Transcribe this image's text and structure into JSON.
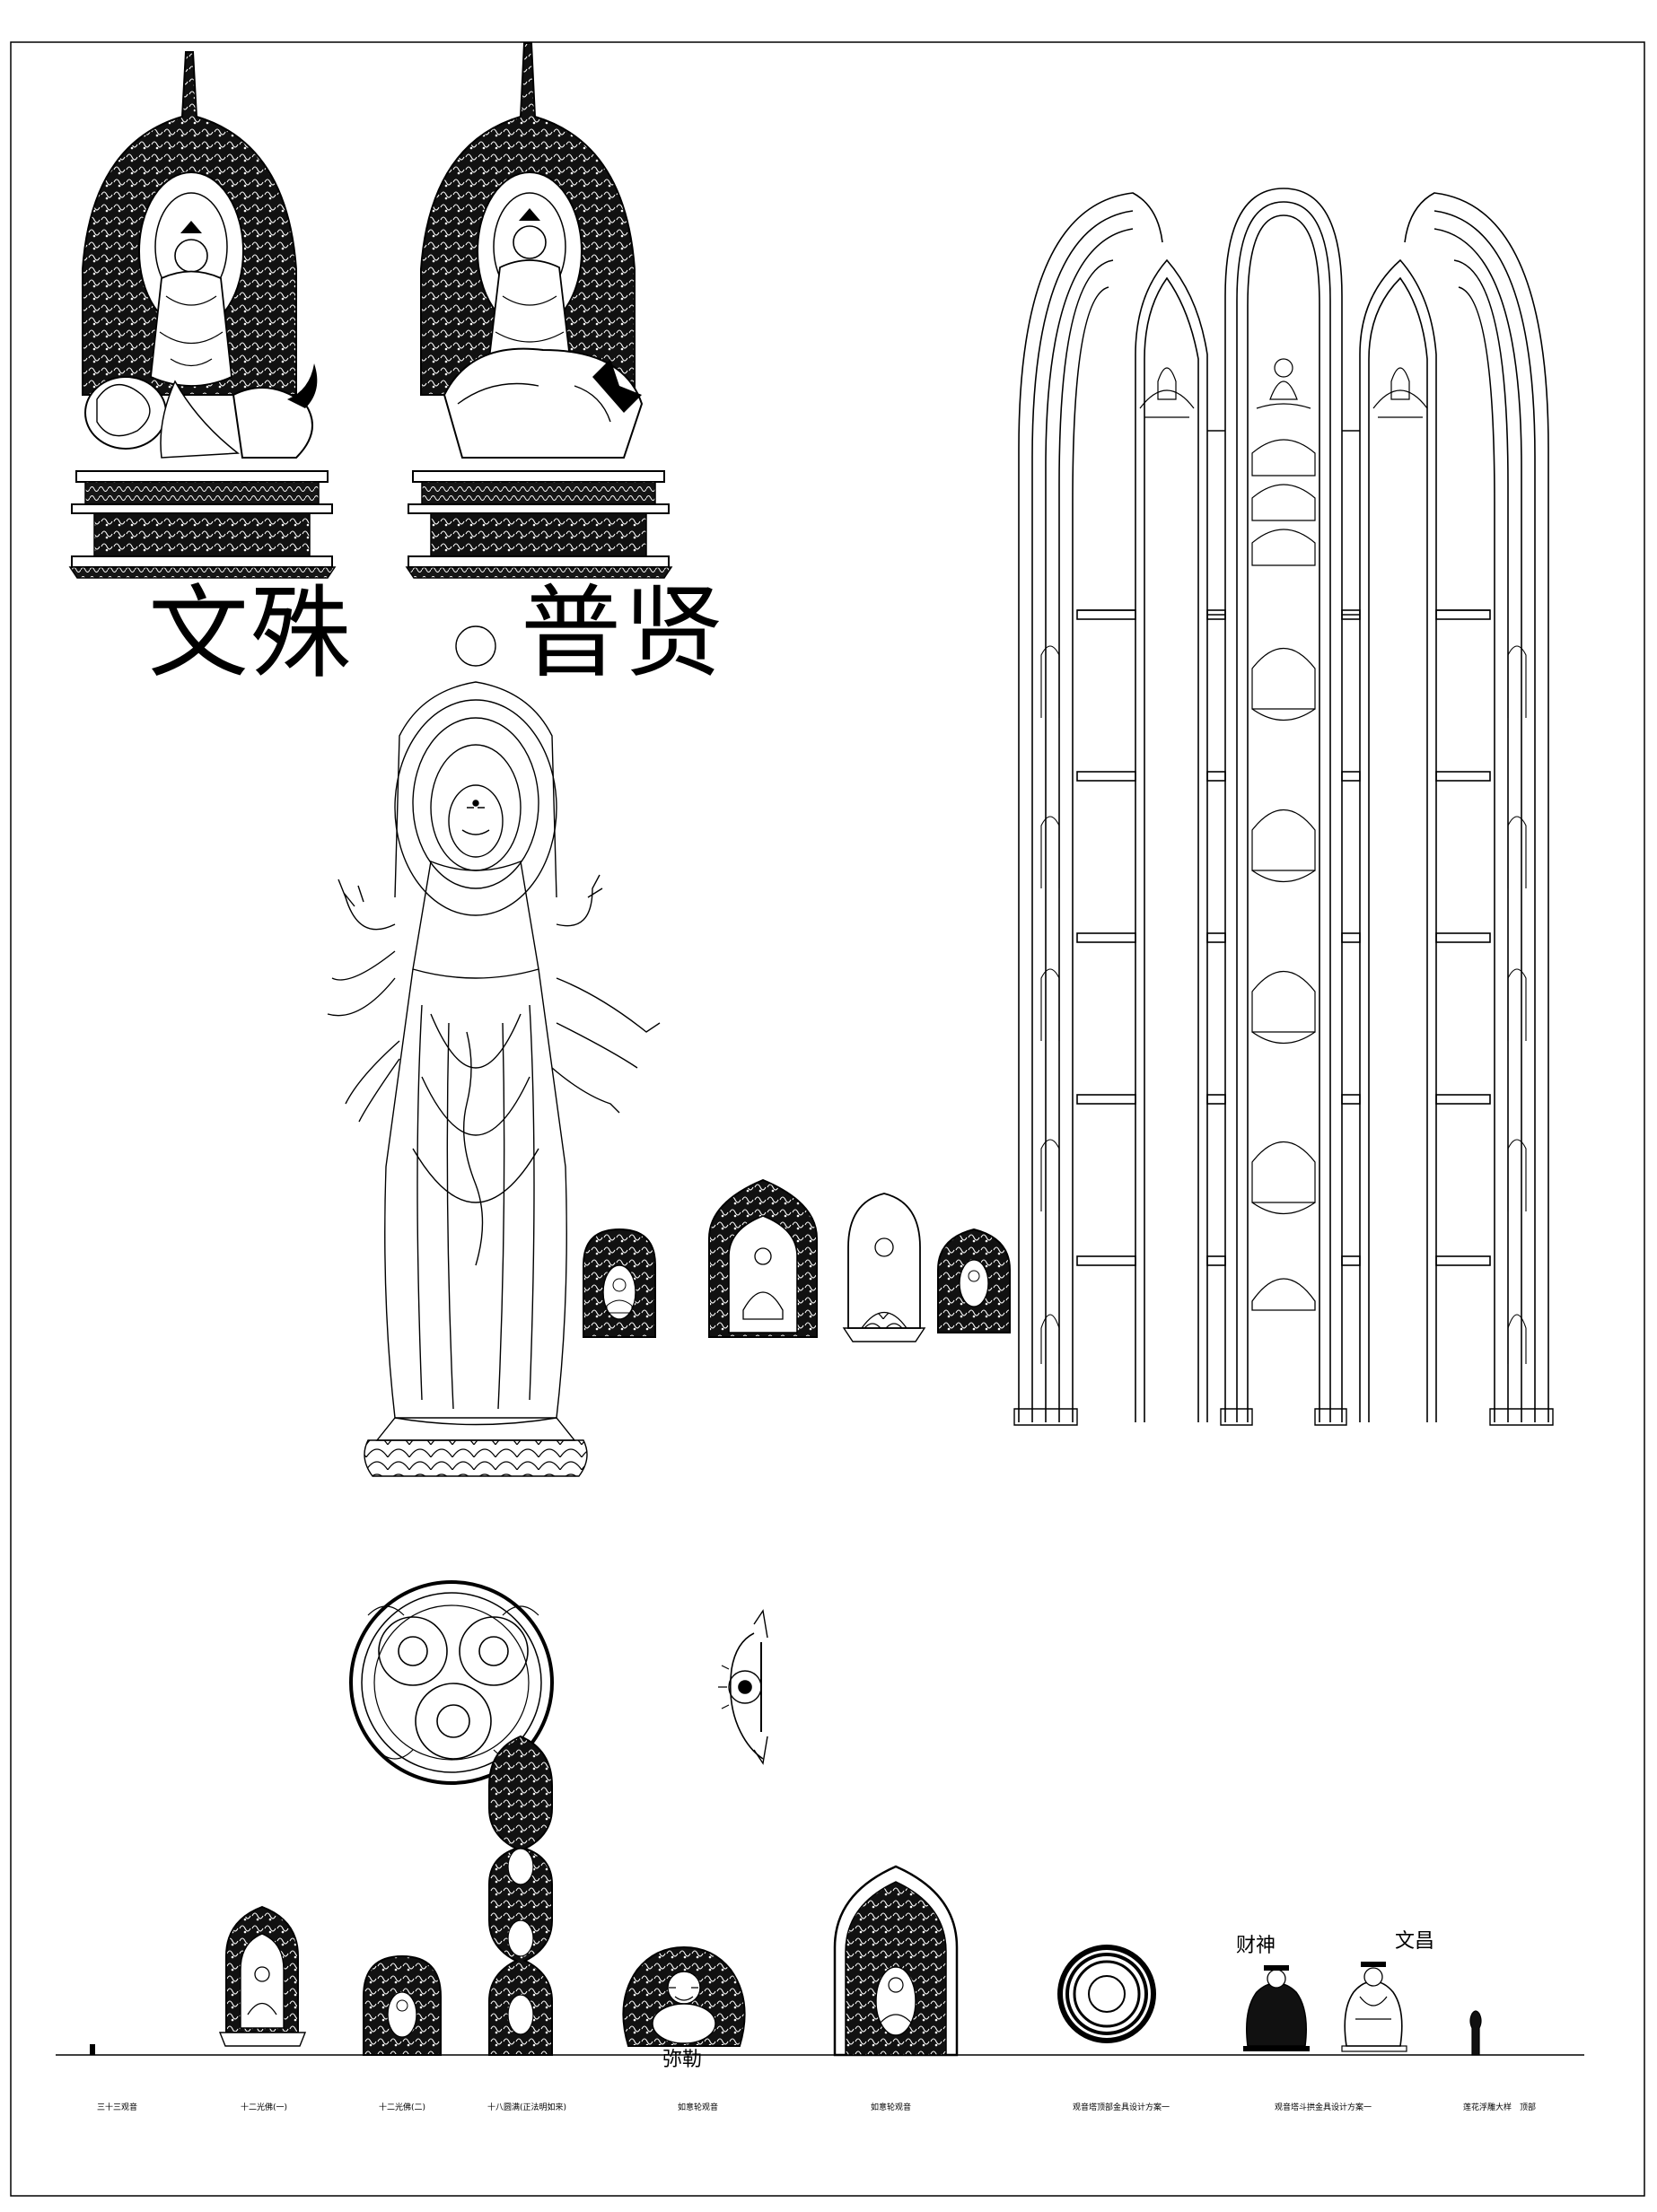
{
  "labels": {
    "wenshu": "文殊",
    "puxian": "普贤",
    "mile": "弥勒",
    "caishen": "财神",
    "wenchang": "文昌"
  },
  "captions": [
    "三十三观音",
    "十二光佛(一)",
    "十二光佛(二)",
    "十八圆满(正法明如来)",
    "如意轮观音",
    "如意轮观音",
    "观音塔顶部金具设计方案一",
    "观音塔斗拱金具设计方案一",
    "莲花浮雕大样　顶部"
  ],
  "colors": {
    "line": "#000000",
    "fill": "#111111",
    "background": "#ffffff"
  }
}
